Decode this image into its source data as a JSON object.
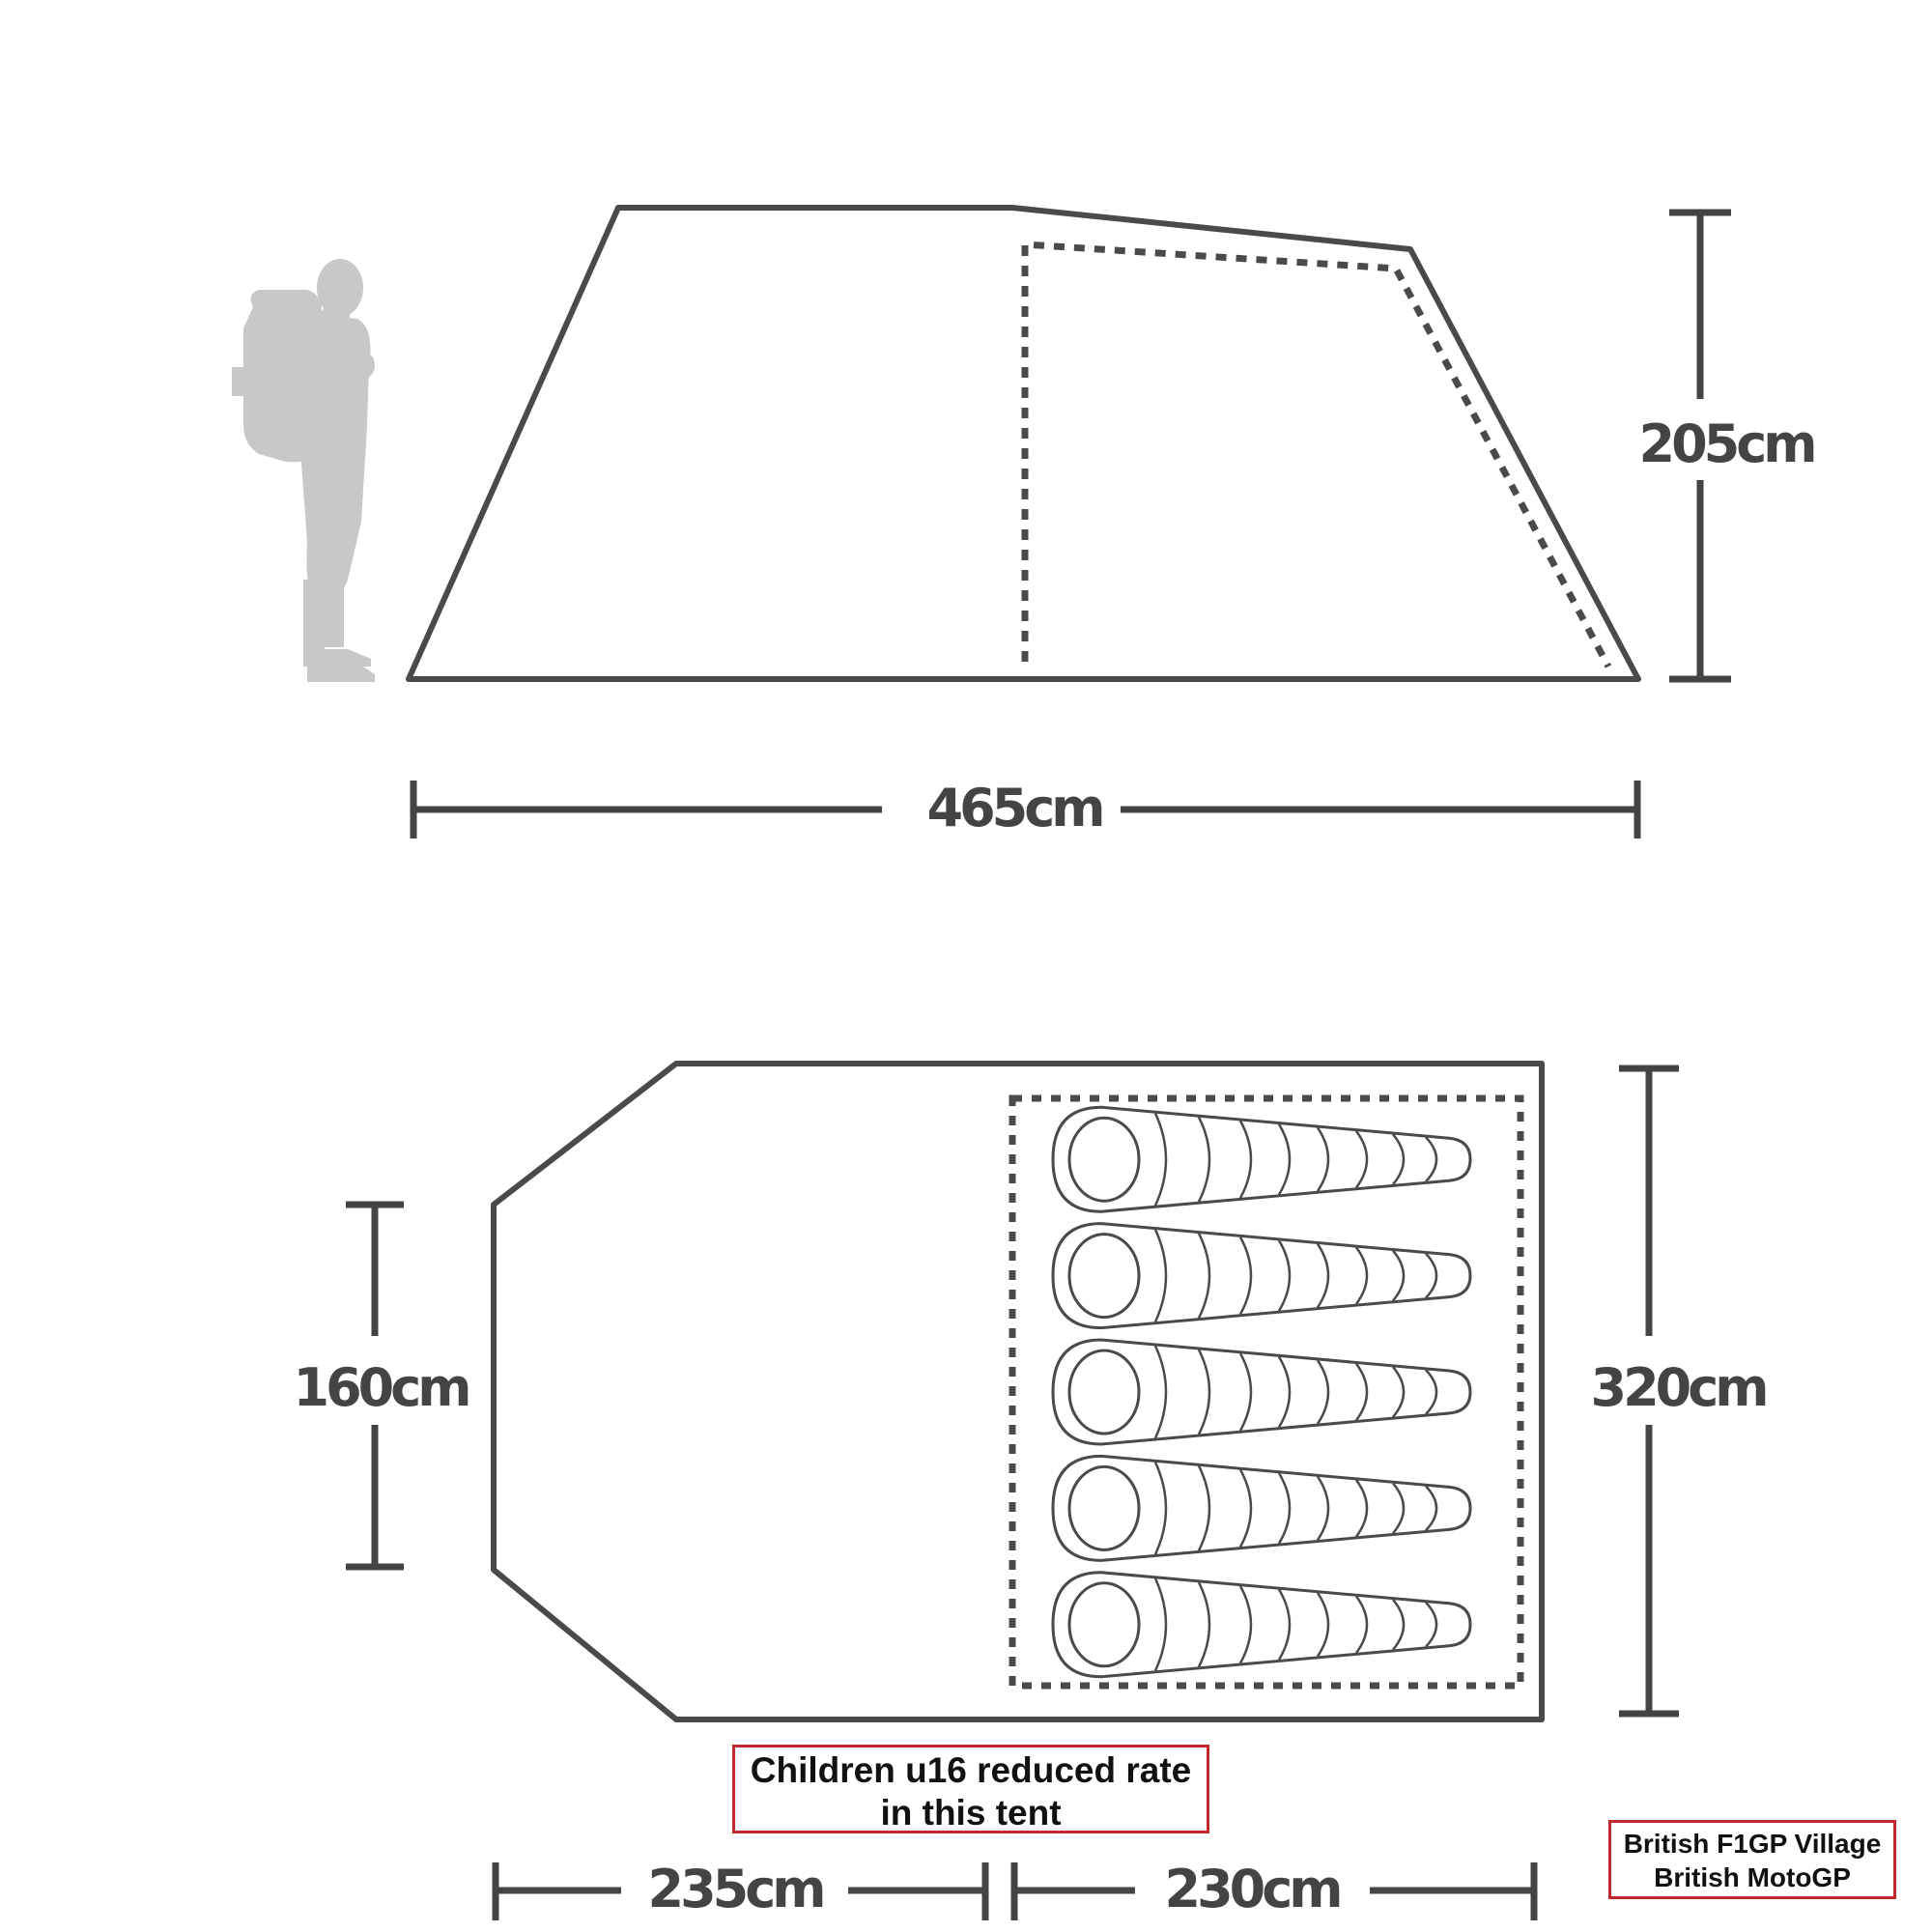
{
  "side_view": {
    "length_label": "465cm",
    "height_label": "205cm"
  },
  "floor_plan": {
    "porch_width_label": "160cm",
    "width_label": "320cm",
    "porch_length_label": "235cm",
    "bedroom_length_label": "230cm",
    "sleeping_bags": 5
  },
  "notes": {
    "children": {
      "line1": "Children u16 reduced rate",
      "line2": "in this tent"
    },
    "events": {
      "line1": "British F1GP Village",
      "line2": "British MotoGP"
    }
  },
  "colors": {
    "outline": "#4a4a4a",
    "dimension": "#444444",
    "silhouette": "#c8c8c8",
    "note_border": "#c0282d"
  }
}
